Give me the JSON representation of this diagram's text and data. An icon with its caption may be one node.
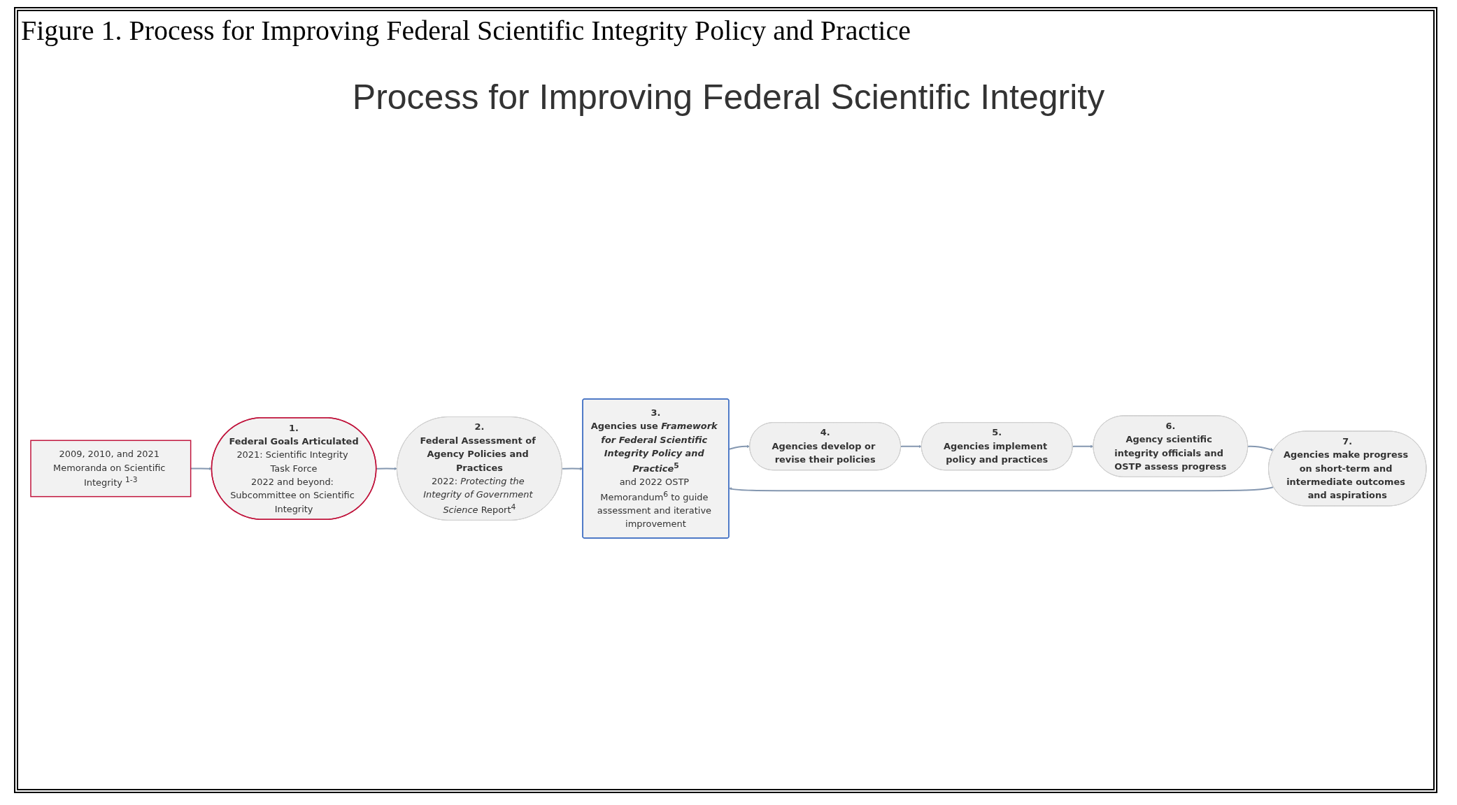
{
  "diagram": {
    "title": "Figure 1. Process for Improving Federal Scientific Integrity Policy and Practice",
    "nodes": [
      {
        "text": [
          "2009, 2010, and 2021 Memoranda on Scientific Integrity $^{1-3}$"
        ]
      },
      {
        "text": [
          "1.",
          "Federal Goals Articulated",
          "2021: Scientific Integrity Task Force",
          "2022 and beyond: Subcommittee on Scientific Integrity"
        ]
      },
      {
        "text": [
          "2.",
          "Federal Assessment of Agency Policies and Practices",
          "2022: *Protecting the Integrity of Government Science* Report$^{4}$"
        ]
      },
      {
        "text": [
          "3.",
          "Agencies use *Framework for Federal Scientific Integrity Policy and Practice*$^{5}$",
          "and 2022 OSTP Memorandum$^{6}$ to guide assessment and iterative improvement"
        ]
      },
      {
        "text": [
          "4.",
          "Agencies develop or revise their policies"
        ]
      },
      {
        "text": [
          "5.",
          "Agencies implement policy and practices"
        ]
      },
      {
        "text": [
          "6.",
          "Agency scientific integrity officials and OSTP assess progress"
        ]
      },
      {
        "text": [
          "7.",
          "Agencies make progress on short-term and intermediate outcomes and aspirations"
        ]
      }
    ],
    "edges": [
      {
        "from": 0,
        "to": 1,
        "arrow": "to"
      },
      {
        "from": 1,
        "to": 2,
        "arrow": "to"
      },
      {
        "from": 2,
        "to": 3,
        "arrow": "to"
      },
      {
        "from": 3,
        "to": 4,
        "arrow": "to"
      },
      {
        "from": 4,
        "to": 5,
        "arrow": "to"
      },
      {
        "from": 5,
        "to": 6,
        "arrow": "to"
      },
      {
        "from": 6,
        "to": 7,
        "arrow": "to"
      },
      {
        "from": 7,
        "to": 3,
        "arrow": "to"
      }
    ],
    "labels": [
      "Process for Improving Federal Scientific Integrity"
    ]
  }
}
